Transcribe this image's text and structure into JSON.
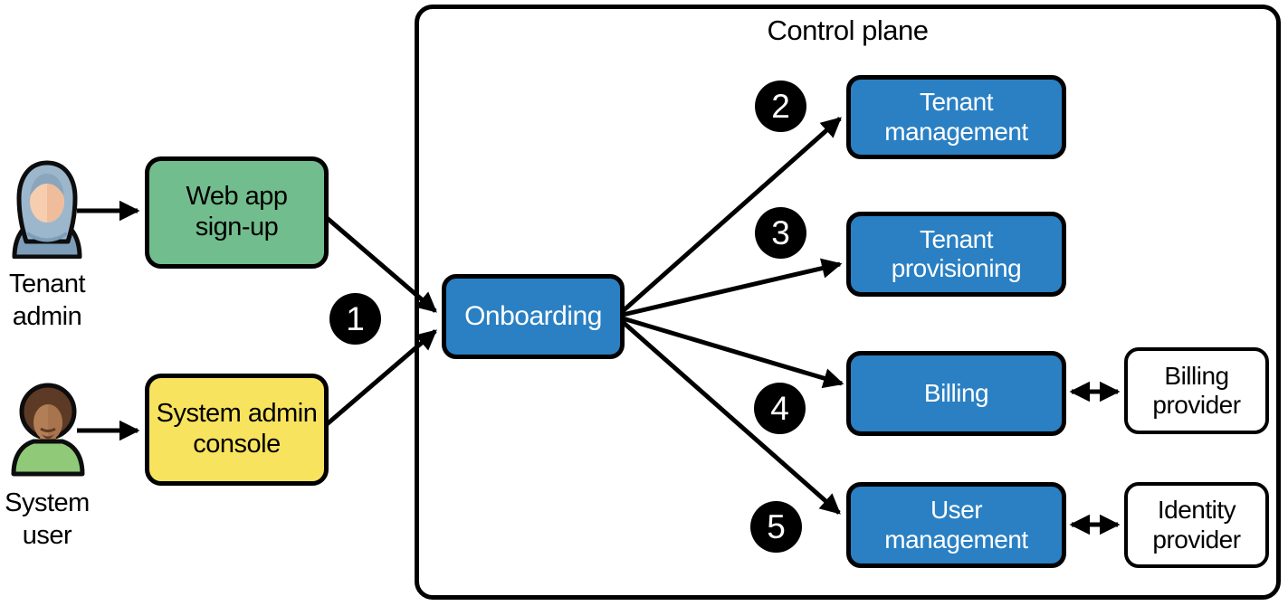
{
  "colors": {
    "service-blue": "#2a80c3",
    "signup-green": "#72bd8d",
    "console-yellow": "#f8e35e",
    "outline-black": "#000000",
    "label-white": "#ffffff"
  },
  "control_plane": {
    "title": "Control plane"
  },
  "actors": {
    "tenant_admin": {
      "line1": "Tenant",
      "line2": "admin",
      "icon": "person-hijab-icon"
    },
    "system_user": {
      "line1": "System",
      "line2": "user",
      "icon": "person-afro-icon"
    }
  },
  "entry_points": {
    "web_signup": {
      "line1": "Web app",
      "line2": "sign-up"
    },
    "admin_console": {
      "line1": "System admin",
      "line2": "console"
    }
  },
  "onboarding": {
    "label": "Onboarding"
  },
  "services": {
    "tenant_management": {
      "line1": "Tenant",
      "line2": "management"
    },
    "tenant_provisioning": {
      "line1": "Tenant",
      "line2": "provisioning"
    },
    "billing": {
      "line1": "Billing"
    },
    "user_management": {
      "line1": "User",
      "line2": "management"
    }
  },
  "providers": {
    "billing_provider": {
      "line1": "Billing",
      "line2": "provider"
    },
    "identity_provider": {
      "line1": "Identity",
      "line2": "provider"
    }
  },
  "step_badges": {
    "onboarding": "1",
    "tenant_management": "2",
    "tenant_provisioning": "3",
    "billing": "4",
    "user_management": "5"
  }
}
